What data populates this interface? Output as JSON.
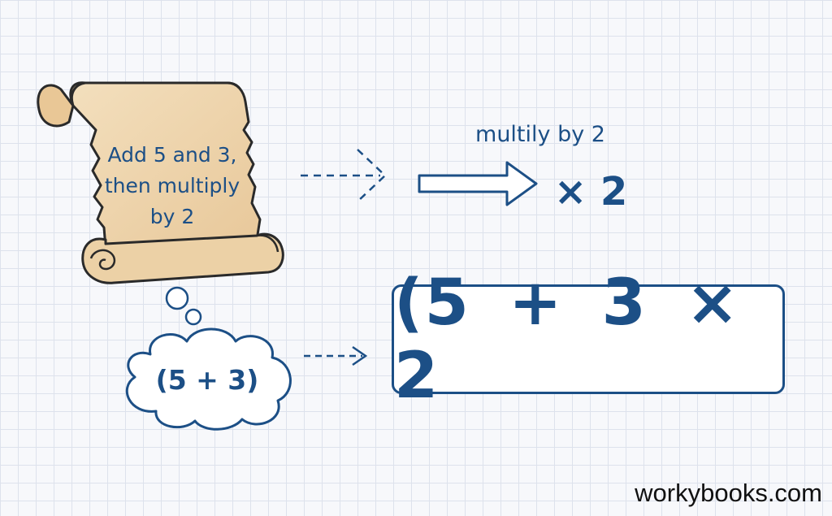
{
  "scroll": {
    "lines": [
      "Add 5 and 3,",
      "then multiply",
      "by 2"
    ]
  },
  "step_label": "multily by 2",
  "operation": "× 2",
  "thought": "(5 + 3)",
  "result": "(5 + 3 × 2",
  "brand": "workybooks.com",
  "colors": {
    "ink": "#1c4f86",
    "parchment": "#f1dcb8",
    "outline": "#2a2a2a"
  },
  "icons": [
    "scroll-icon",
    "dashed-arrow-icon",
    "outline-arrow-icon",
    "thought-bubble-icon"
  ]
}
